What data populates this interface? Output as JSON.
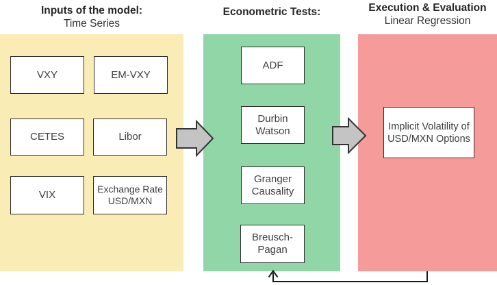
{
  "diagram": {
    "columns": [
      {
        "title": "Inputs of the model:",
        "subtitle": "Time Series",
        "panel_color": "#FAECB5",
        "boxes": [
          "VXY",
          "EM-VXY",
          "CETES",
          "Libor",
          "VIX",
          "Exchange Rate USD/MXN"
        ]
      },
      {
        "title": "Econometric Tests:",
        "subtitle": "",
        "panel_color": "#90D6A6",
        "boxes": [
          "ADF",
          "Durbin Watson",
          "Granger Causality",
          "Breusch-Pagan"
        ]
      },
      {
        "title": "Execution & Evaluation",
        "subtitle": "Linear Regression",
        "panel_color": "#F59C9A",
        "boxes": [
          "Implicit Volatility of USD/MXN Options"
        ]
      }
    ],
    "icons": {
      "flow_arrow": "block-arrow-right",
      "feedback_arrow": "elbow-arrow-up"
    },
    "colors": {
      "arrow_fill": "#C4C4C4",
      "arrow_stroke": "#333333",
      "feedback_line": "#1a1a1a",
      "box_border": "#2b2b2b",
      "text": "#3d3d3d"
    }
  }
}
